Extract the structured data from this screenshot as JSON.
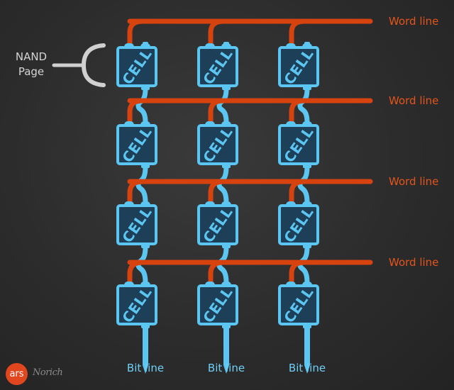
{
  "diagram": {
    "grid": {
      "rows": 4,
      "columns": 3
    },
    "cell_label": "CELL",
    "word_line_label": "Word line",
    "bit_line_label": "Bit line",
    "page_label": {
      "line1": "NAND",
      "line2": "Page"
    }
  },
  "colors": {
    "word_line": "#d6430f",
    "bit_line": "#5cc6f2",
    "cell_fill": "#1e3f58",
    "cell_text": "#5cc6f2",
    "word_label": "#e4541c",
    "bit_label": "#6fcff5",
    "page_label": "#d4d4d4",
    "bracket": "#d0d0d0"
  },
  "logo": {
    "badge": "ars",
    "signature": "Norich"
  }
}
